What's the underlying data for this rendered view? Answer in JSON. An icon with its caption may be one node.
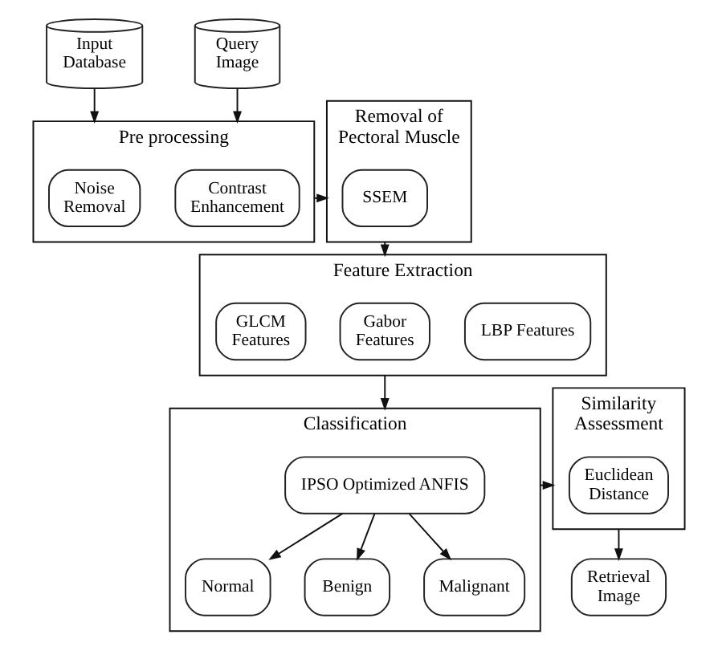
{
  "diagram": {
    "nodes": [
      {
        "text": [
          "Input Database"
        ]
      },
      {
        "text": [
          "Query Image"
        ]
      },
      {
        "text": [
          "Pre processing"
        ]
      },
      {
        "text": [
          "Noise Removal"
        ],
        "in": 2
      },
      {
        "text": [
          "Contrast Enhancement"
        ],
        "in": 2
      },
      {
        "text": [
          "Removal of Pectoral Muscle"
        ]
      },
      {
        "text": [
          "SSEM"
        ],
        "in": 5
      },
      {
        "text": [
          "Feature Extraction"
        ]
      },
      {
        "text": [
          "GLCM Features"
        ],
        "in": 7
      },
      {
        "text": [
          "Gabor Features"
        ],
        "in": 7
      },
      {
        "text": [
          "LBP Features"
        ],
        "in": 7
      },
      {
        "text": [
          "Classification"
        ]
      },
      {
        "text": [
          "IPSO Optimized ANFIS"
        ],
        "in": 11
      },
      {
        "text": [
          "Normal"
        ],
        "in": 11
      },
      {
        "text": [
          "Benign"
        ],
        "in": 11
      },
      {
        "text": [
          "Malignant"
        ],
        "in": 11
      },
      {
        "text": [
          "Similarity Assessment"
        ]
      },
      {
        "text": [
          "Euclidean Distance"
        ],
        "in": 16
      },
      {
        "text": [
          "Retrieval Image"
        ]
      }
    ],
    "edges": [
      {
        "from": 0,
        "to": 2,
        "arrow": "to"
      },
      {
        "from": 1,
        "to": 2,
        "arrow": "to"
      },
      {
        "from": 2,
        "to": 5,
        "arrow": "to"
      },
      {
        "from": 5,
        "to": 7,
        "arrow": "to"
      },
      {
        "from": 7,
        "to": 11,
        "arrow": "to"
      },
      {
        "from": 12,
        "to": 13,
        "arrow": "to"
      },
      {
        "from": 12,
        "to": 14,
        "arrow": "to"
      },
      {
        "from": 12,
        "to": 15,
        "arrow": "to"
      },
      {
        "from": 11,
        "to": 16,
        "arrow": "to"
      },
      {
        "from": 16,
        "to": 18,
        "arrow": "to"
      }
    ]
  }
}
